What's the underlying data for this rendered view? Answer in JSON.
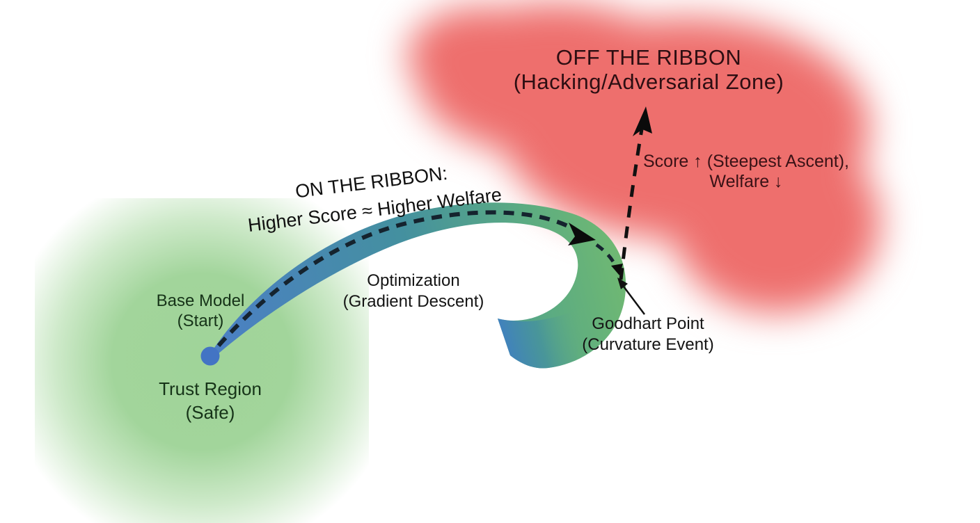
{
  "diagram": {
    "off_ribbon_zone": {
      "title": "OFF THE RIBBON",
      "subtitle": "(Hacking/Adversarial Zone)"
    },
    "ascent_annotation": {
      "line1": "Score ↑ (Steepest Ascent),",
      "line2": "Welfare ↓"
    },
    "on_ribbon_annotation": {
      "line1": "ON THE RIBBON:",
      "line2": "Higher Score ≈ Higher Welfare"
    },
    "optimization_annotation": {
      "line1": "Optimization",
      "line2": "(Gradient Descent)"
    },
    "base_model_annotation": {
      "line1": "Base Model",
      "line2": "(Start)"
    },
    "trust_region_zone": {
      "line1": "Trust Region",
      "line2": "(Safe)"
    },
    "goodhart_annotation": {
      "line1": "Goodhart Point",
      "line2": "(Curvature Event)"
    }
  },
  "colors": {
    "background": "#ffffff",
    "trust_region_fill": "#a0d499",
    "off_ribbon_fill": "#ee6f6d",
    "ribbon_start_blue": "#4b80c3",
    "ribbon_mid_teal": "#44909f",
    "ribbon_late_green": "#5bab82",
    "ribbon_end_green": "#6fb873",
    "ribbon_tip_blue": "#3f7dc6",
    "base_model_dot": "#4374c4",
    "dash_color": "#15232e",
    "arrow_black": "#0b0b0b",
    "text_dark": "#141414",
    "text_on_red": "#3a1216",
    "text_on_green": "#163318"
  }
}
